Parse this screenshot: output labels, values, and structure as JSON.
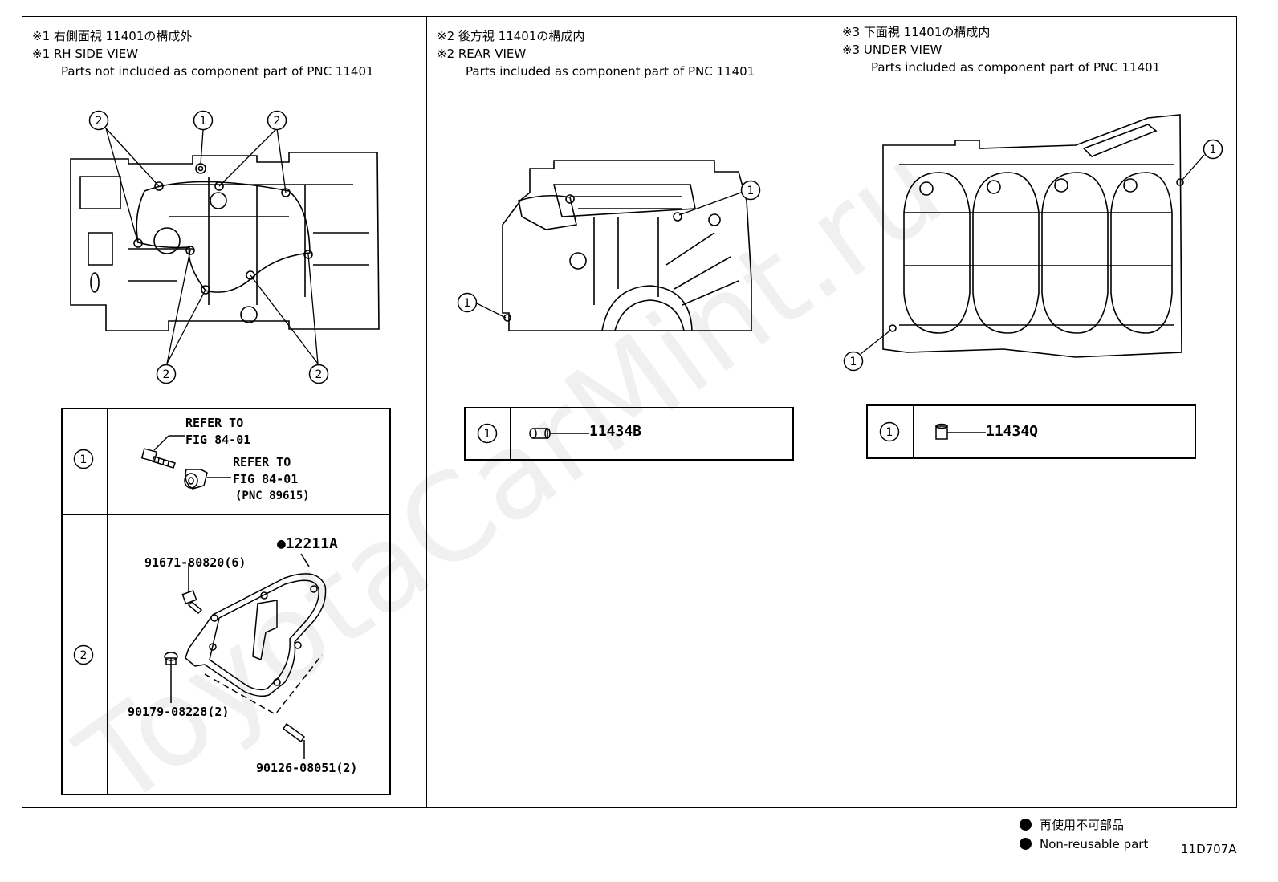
{
  "panels": [
    {
      "title_jp": "※1 右側面視 11401の構成外",
      "title_en": "※1 RH SIDE VIEW",
      "subtitle": "Parts not included as component part of PNC 11401",
      "rows": [
        {
          "callout": "1",
          "labels": [
            "REFER TO",
            "FIG 84-01",
            "REFER TO",
            "FIG 84-01",
            "(PNC 89615)"
          ]
        },
        {
          "callout": "2",
          "labels": [
            "●12211A",
            "91671-80820(6)",
            "90179-08228(2)",
            "90126-08051(2)"
          ]
        }
      ],
      "diagram_callouts": [
        "2",
        "1",
        "2",
        "2",
        "2"
      ]
    },
    {
      "title_jp": "※2 後方視 11401の構成内",
      "title_en": "※2 REAR VIEW",
      "subtitle": "Parts included as component part of PNC 11401",
      "rows": [
        {
          "callout": "1",
          "labels": [
            "11434B"
          ]
        }
      ],
      "diagram_callouts": [
        "1",
        "1"
      ]
    },
    {
      "title_jp": "※3 下面視 11401の構成内",
      "title_en": "※3 UNDER VIEW",
      "subtitle": "Parts included as component part of PNC 11401",
      "rows": [
        {
          "callout": "1",
          "labels": [
            "11434Q"
          ]
        }
      ],
      "diagram_callouts": [
        "1",
        "1"
      ]
    }
  ],
  "footer": {
    "legend_jp": "再使用不可部品",
    "legend_en": "Non-reusable part",
    "figure_code": "11D707A"
  },
  "watermark": "ToyotaCarMint.ru"
}
